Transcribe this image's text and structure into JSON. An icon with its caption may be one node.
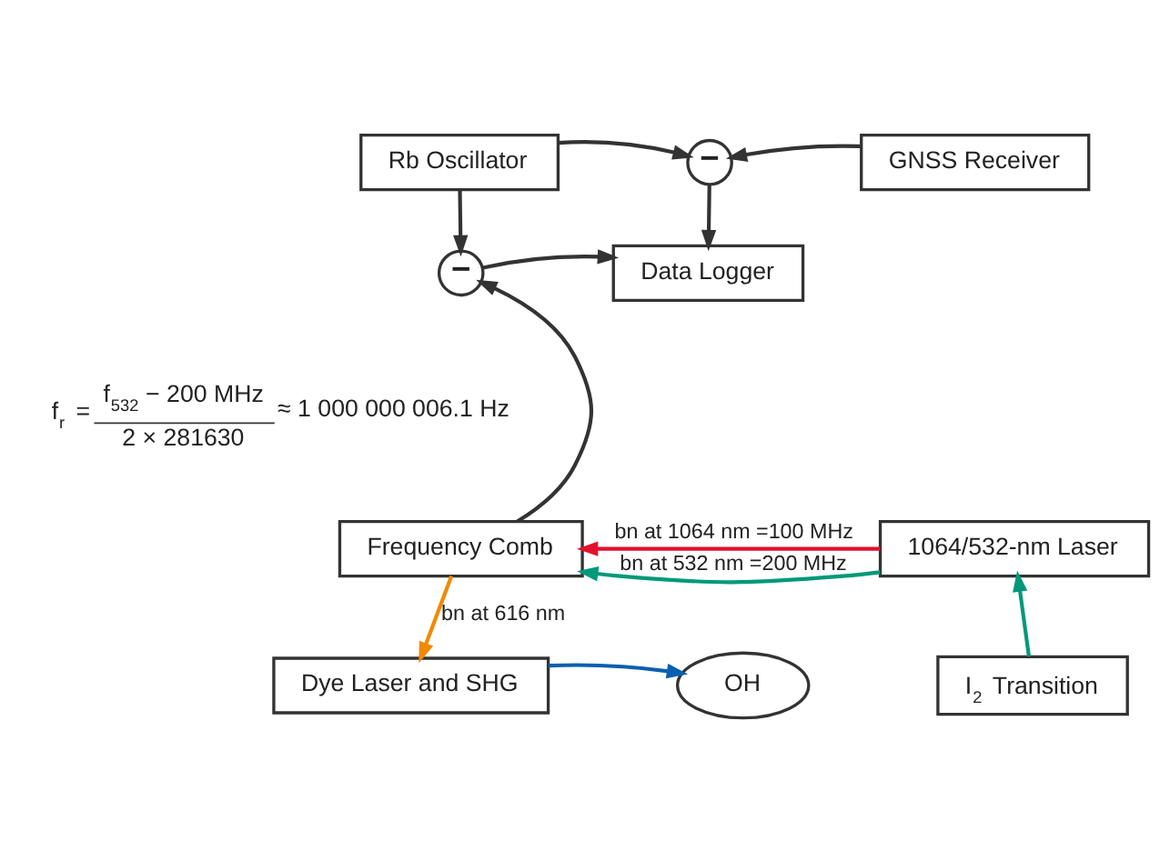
{
  "diagram": {
    "nodes": [
      {
        "text": [
          "Rb Oscillator"
        ]
      },
      {
        "text": [
          "−"
        ]
      },
      {
        "text": [
          "GNSS Receiver"
        ]
      },
      {
        "text": [
          "−"
        ]
      },
      {
        "text": [
          "Data Logger"
        ]
      },
      {
        "text": [
          "Frequency Comb"
        ]
      },
      {
        "text": [
          "1064/532-nm Laser"
        ]
      },
      {
        "text": [
          "Dye Laser and SHG"
        ]
      },
      {
        "text": [
          "OH"
        ]
      },
      {
        "text": [
          "I$_{2}$ Transition"
        ]
      }
    ],
    "edges": [
      {
        "from": 0,
        "to": 1,
        "arrow": "to"
      },
      {
        "from": 2,
        "to": 1,
        "arrow": "to"
      },
      {
        "from": 1,
        "to": 4,
        "arrow": "to"
      },
      {
        "from": 0,
        "to": 3,
        "arrow": "to"
      },
      {
        "from": 3,
        "to": 4,
        "arrow": "to"
      },
      {
        "from": 5,
        "to": 3,
        "arrow": "to"
      },
      {
        "from": 6,
        "to": 5,
        "arrow": "to",
        "label": "bn at 1064 nm =100 MHz",
        "color": "#e3102d"
      },
      {
        "from": 6,
        "to": 5,
        "arrow": "to",
        "label": "bn at 532 nm =200 MHz",
        "color": "#00997a"
      },
      {
        "from": 5,
        "to": 7,
        "arrow": "to",
        "label": "bn at 616 nm",
        "color": "#f08a00"
      },
      {
        "from": 7,
        "to": 8,
        "arrow": "to",
        "color": "#0a5fb0"
      },
      {
        "from": 9,
        "to": 6,
        "arrow": "to",
        "color": "#00997a"
      }
    ],
    "labels": [
      "f$_{r}$ =",
      "f$_{532}$ − 200 MHz",
      "2 × 281630",
      "≈ 1 000 000 006.1 Hz"
    ]
  }
}
